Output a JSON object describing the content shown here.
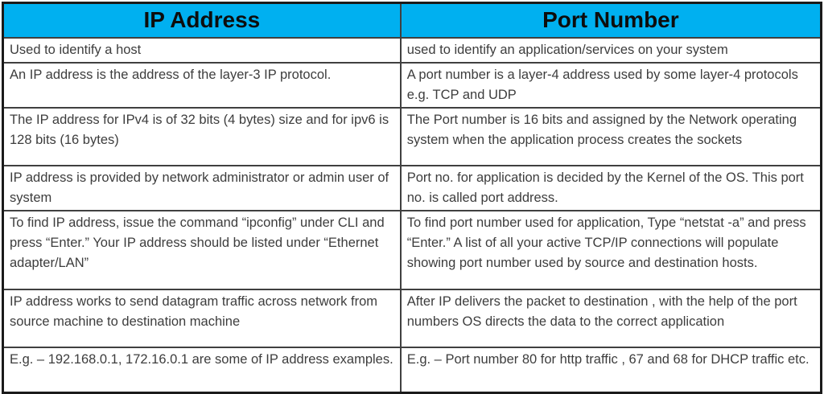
{
  "table": {
    "headers": {
      "ip": "IP Address",
      "port": "Port Number"
    },
    "rows": [
      {
        "ip": "Used to identify a host",
        "port": "used to identify an application/services on your system"
      },
      {
        "ip": "An IP address is the address of the layer-3 IP protocol.",
        "port": "A port number is a layer-4 address used by some layer-4 protocols e.g. TCP and UDP"
      },
      {
        "ip": "The IP address for IPv4 is of 32 bits (4 bytes) size and for ipv6 is 128 bits (16 bytes)",
        "port": "The Port number is 16 bits and assigned by the Network operating system when the application process creates the sockets"
      },
      {
        "ip": "IP address is provided by network administrator or admin user of system",
        "port": "Port no. for application is decided by the Kernel of the OS. This port no. is called port address."
      },
      {
        "ip": "To find IP address, issue the command “ipconfig” under CLI and press “Enter.” Your IP address should be listed under “Ethernet adapter/LAN”",
        "port": "To find port number used for application, Type “netstat -a” and press “Enter.” A list of all your active TCP/IP connections will populate showing port number used by source and destination hosts."
      },
      {
        "ip": "IP address works to send datagram traffic across network from source machine to destination machine",
        "port": "After IP delivers the packet to destination , with the help of the port numbers OS directs the data to the correct application"
      },
      {
        "ip": "E.g. – 192.168.0.1, 172.16.0.1 are some of IP address examples.",
        "port": "E.g. – Port number 80 for http traffic , 67 and 68 for DHCP traffic etc."
      }
    ],
    "colors": {
      "header_bg": "#00b0f0",
      "header_text": "#0d0d0d",
      "body_text": "#3d3d3d",
      "inner_border": "#404040",
      "outer_border": "#1a1a1a"
    }
  }
}
